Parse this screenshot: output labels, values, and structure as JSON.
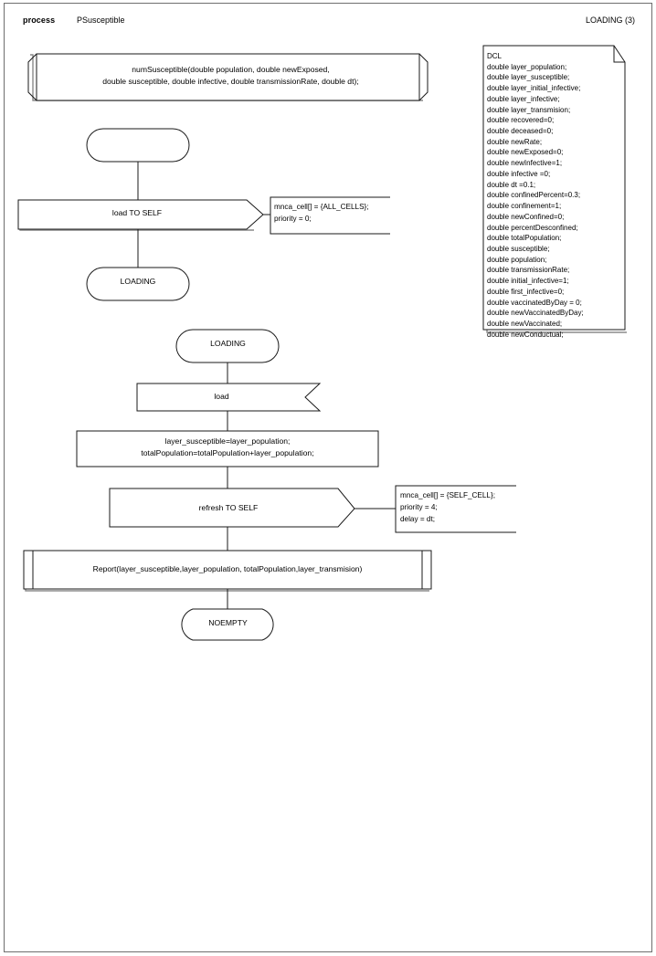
{
  "header": {
    "kind": "process",
    "name": "PSusceptible",
    "page_label": "LOADING (3)"
  },
  "diagram": {
    "procedure_signature": "numSusceptible(double population, double newExposed,\ndouble susceptible, double infective, double transmissionRate, double dt);",
    "start_state_label": "",
    "output_load_self": "load TO SELF",
    "comment_load": "mnca_cell[] = {ALL_CELLS};\npriority = 0;",
    "state_loading_1": "LOADING",
    "state_loading_2": "LOADING",
    "input_load": "load",
    "task_assignments": "layer_susceptible=layer_population;\ntotalPopulation=totalPopulation+layer_population;",
    "output_refresh_self": "refresh TO SELF",
    "comment_refresh": "mnca_cell[] = {SELF_CELL};\npriority = 4;\ndelay = dt;",
    "procedure_call": "Report(layer_susceptible,layer_population, totalPopulation,layer_transmision)",
    "state_noempty": "NOEMPTY"
  },
  "declarations": {
    "title": "DCL",
    "items": [
      "double layer_population;",
      "double layer_susceptible;",
      "double layer_initial_infective;",
      "double layer_infective;",
      "double layer_transmision;",
      "double recovered=0;",
      "double deceased=0;",
      "double newRate;",
      "double newExposed=0;",
      "double newInfective=1;",
      "double infective =0;",
      "double dt =0.1;",
      "double confinedPercent=0.3;",
      "double confinement=1;",
      "double newConfined=0;",
      "double percentDesconfined;",
      "double totalPopulation;",
      "double susceptible;",
      "double population;",
      "double transmissionRate;",
      "double initial_infective=1;",
      "double first_infective=0;",
      "double vaccinatedByDay = 0;",
      "double newVaccinatedByDay;",
      "double newVaccinated;",
      "double newConductual;"
    ],
    "full_text": "DCL\ndouble layer_population;\ndouble layer_susceptible;\ndouble layer_initial_infective;\ndouble layer_infective;\ndouble layer_transmision;\ndouble recovered=0;\ndouble deceased=0;\ndouble newRate;\ndouble newExposed=0;\ndouble newInfective=1;\ndouble infective =0;\ndouble dt =0.1;\ndouble confinedPercent=0.3;\ndouble confinement=1;\ndouble newConfined=0;\ndouble percentDesconfined;\ndouble totalPopulation;\ndouble susceptible;\ndouble population;\ndouble transmissionRate;\ndouble initial_infective=1;\ndouble first_infective=0;\ndouble vaccinatedByDay = 0;\ndouble newVaccinatedByDay;\ndouble newVaccinated;\ndouble newConductual;"
  },
  "colors": {
    "stroke": "#1a1a1a",
    "shadow": "#8a8a8a",
    "frame": "#6e6e6e",
    "background": "#ffffff"
  }
}
